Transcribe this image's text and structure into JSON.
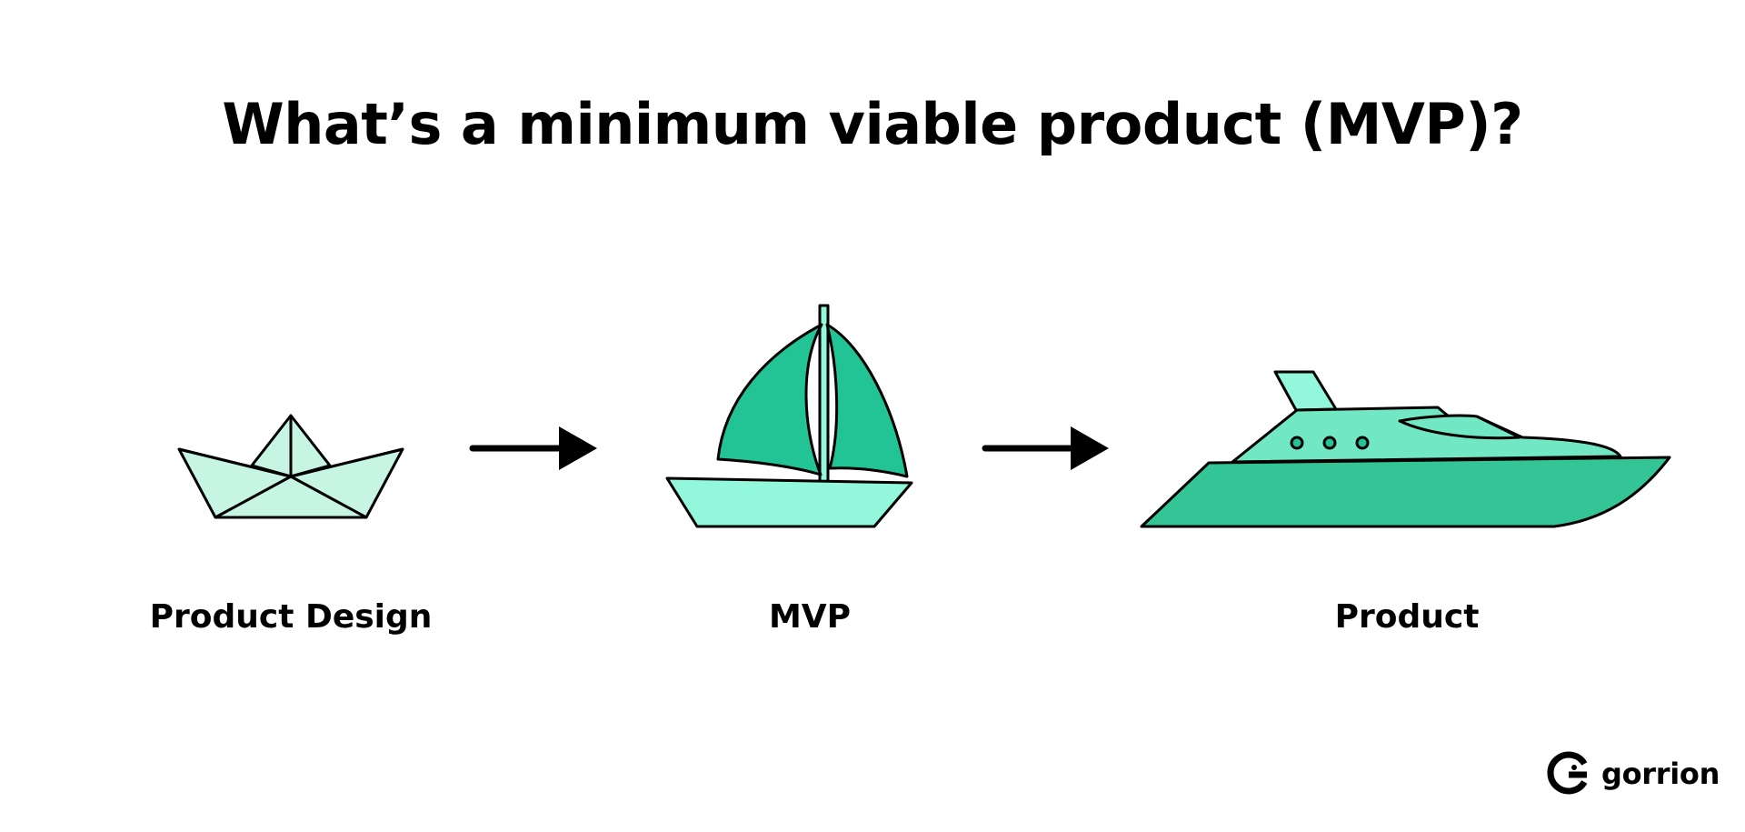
{
  "title": "What’s a minimum viable product (MVP)?",
  "stages": [
    {
      "label": "Product Design",
      "icon": "paper-boat-icon"
    },
    {
      "label": "MVP",
      "icon": "sailboat-icon"
    },
    {
      "label": "Product",
      "icon": "yacht-icon"
    }
  ],
  "connectors": [
    "arrow-right-icon",
    "arrow-right-icon"
  ],
  "brand": {
    "name": "gorrion",
    "icon": "gorrion-logo-icon"
  },
  "colors": {
    "paper_boat_fill": "#C6F5E3",
    "sail_dark": "#22C496",
    "hull_light": "#93F7DB",
    "yacht_hull": "#33C596",
    "yacht_cabin": "#72E7C3",
    "outline": "#000000"
  }
}
